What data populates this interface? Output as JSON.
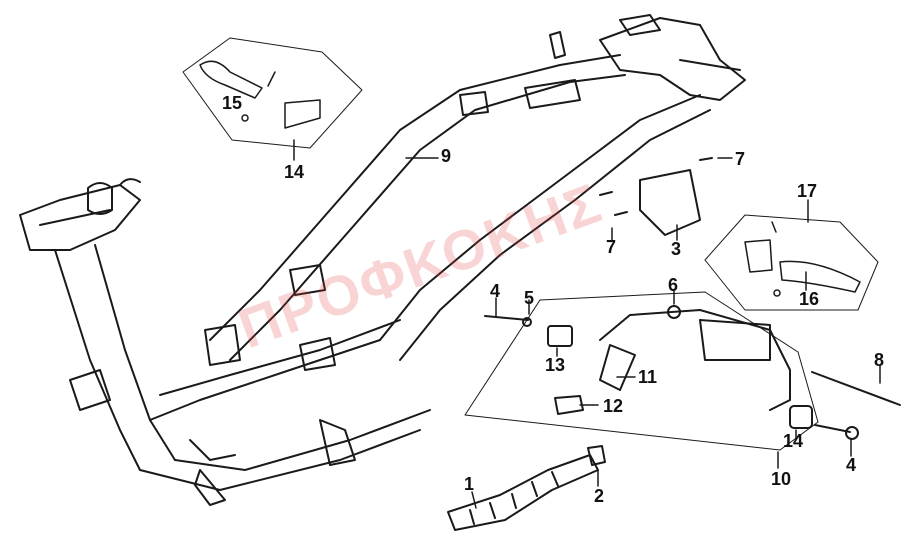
{
  "callouts": [
    {
      "id": "c1",
      "text": "1"
    },
    {
      "id": "c2",
      "text": "2"
    },
    {
      "id": "c3",
      "text": "3"
    },
    {
      "id": "c4a",
      "text": "4"
    },
    {
      "id": "c4b",
      "text": "4"
    },
    {
      "id": "c5",
      "text": "5"
    },
    {
      "id": "c6",
      "text": "6"
    },
    {
      "id": "c7a",
      "text": "7"
    },
    {
      "id": "c7b",
      "text": "7"
    },
    {
      "id": "c8",
      "text": "8"
    },
    {
      "id": "c9",
      "text": "9"
    },
    {
      "id": "c10",
      "text": "10"
    },
    {
      "id": "c11",
      "text": "11"
    },
    {
      "id": "c12",
      "text": "12"
    },
    {
      "id": "c13",
      "text": "13"
    },
    {
      "id": "c14a",
      "text": "14"
    },
    {
      "id": "c14b",
      "text": "14"
    },
    {
      "id": "c15",
      "text": "15"
    },
    {
      "id": "c16",
      "text": "16"
    },
    {
      "id": "c17",
      "text": "17"
    }
  ],
  "watermark": {
    "text": "ΠΡΟΦΚΟΚΗΣ"
  },
  "colors": {
    "line": "#1a1a1a",
    "watermark": "#e03c3c",
    "background": "#ffffff"
  }
}
